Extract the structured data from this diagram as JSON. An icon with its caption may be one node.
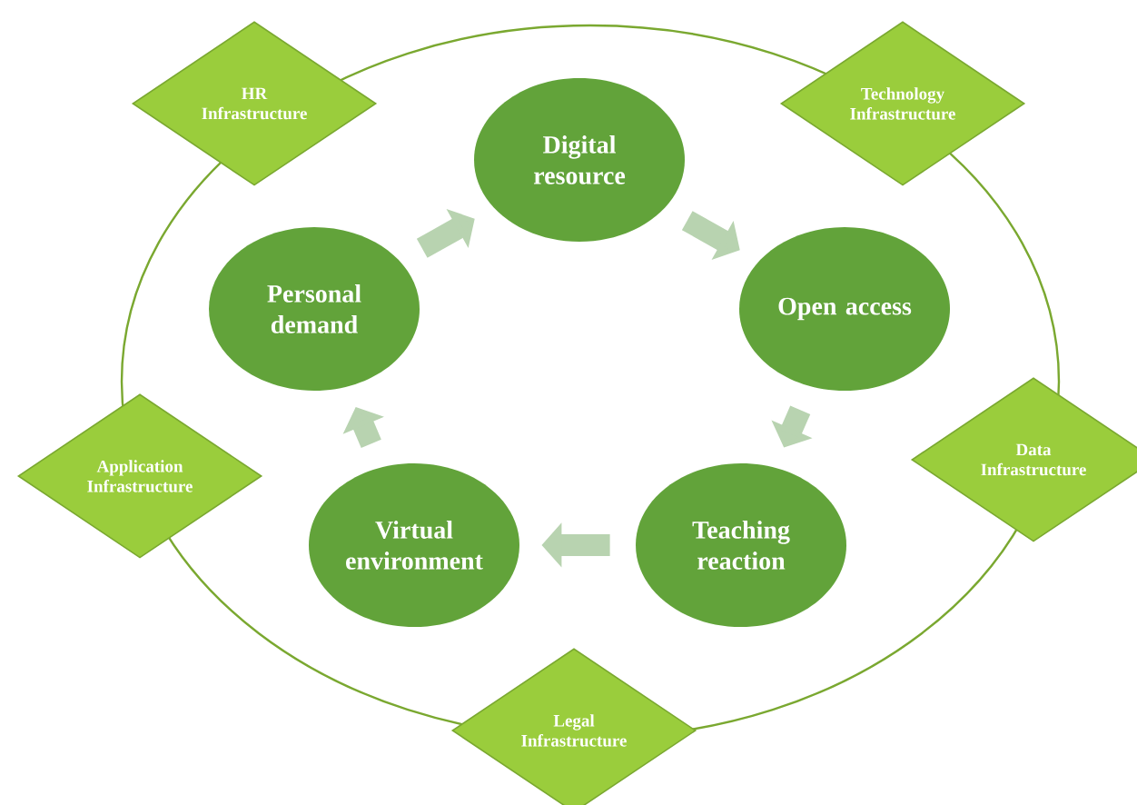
{
  "diagram": {
    "nodes": [
      {
        "text": [
          "HR Infrastructure"
        ]
      },
      {
        "text": [
          "Technology Infrastructure"
        ]
      },
      {
        "text": [
          "Digital resource"
        ]
      },
      {
        "text": [
          "Personal demand"
        ]
      },
      {
        "text": [
          "Open access"
        ]
      },
      {
        "text": [
          "Application Infrastructure"
        ]
      },
      {
        "text": [
          "Data Infrastructure"
        ]
      },
      {
        "text": [
          "Virtual environment"
        ]
      },
      {
        "text": [
          "Teaching reaction"
        ]
      },
      {
        "text": [
          "Legal Infrastructure"
        ]
      }
    ],
    "edges": [
      {
        "from": 3,
        "to": 2,
        "arrow": "to"
      },
      {
        "from": 2,
        "to": 4,
        "arrow": "to"
      },
      {
        "from": 4,
        "to": 8,
        "arrow": "to"
      },
      {
        "from": 8,
        "to": 7,
        "arrow": "to"
      },
      {
        "from": 7,
        "to": 3,
        "arrow": "to"
      }
    ]
  }
}
